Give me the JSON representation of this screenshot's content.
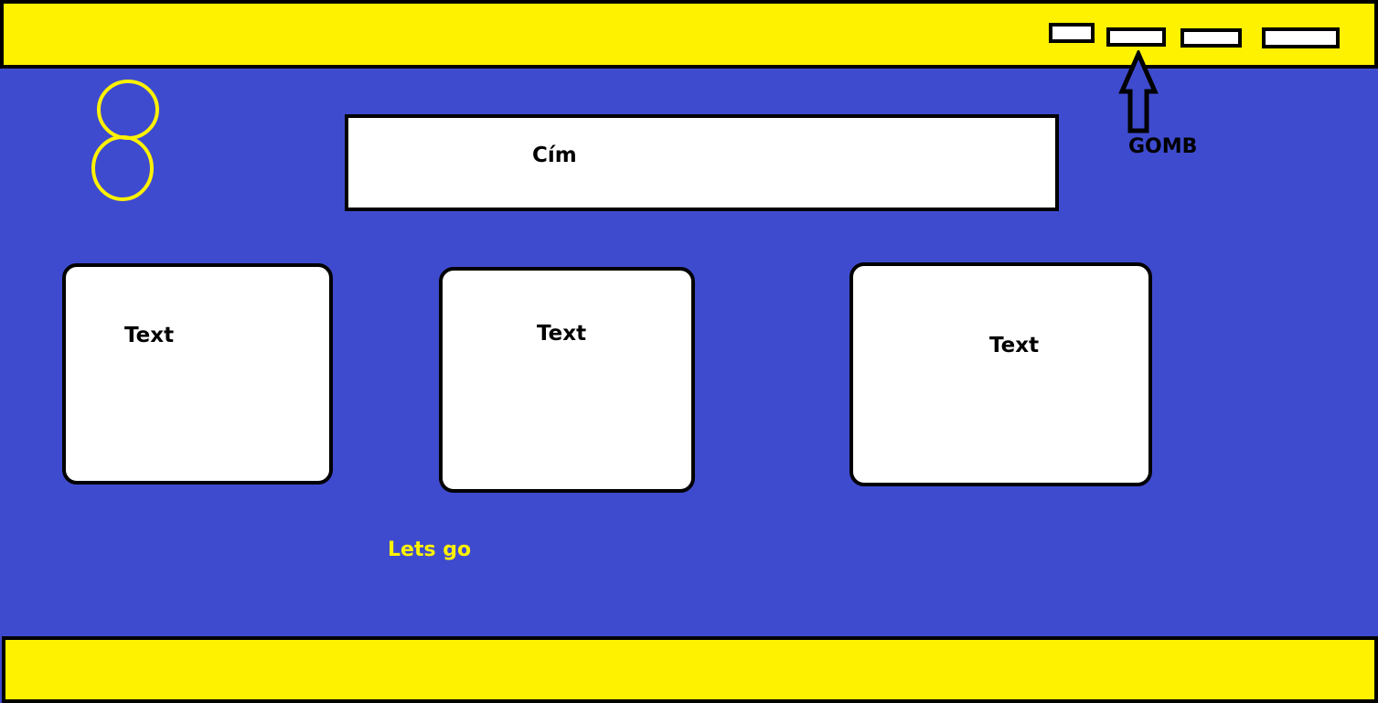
{
  "header": {
    "nav_buttons": [
      "nav-button-1",
      "nav-button-2",
      "nav-button-3",
      "nav-button-4"
    ]
  },
  "title": {
    "label": "Cím"
  },
  "annotation": {
    "label": "GOMB"
  },
  "cards": [
    {
      "label": "Text"
    },
    {
      "label": "Text"
    },
    {
      "label": "Text"
    }
  ],
  "cta": {
    "label": "Lets go"
  },
  "colors": {
    "background": "#3f4bce",
    "header_footer": "#fff200",
    "accent": "#fff200",
    "border": "#000000",
    "card": "#ffffff"
  }
}
